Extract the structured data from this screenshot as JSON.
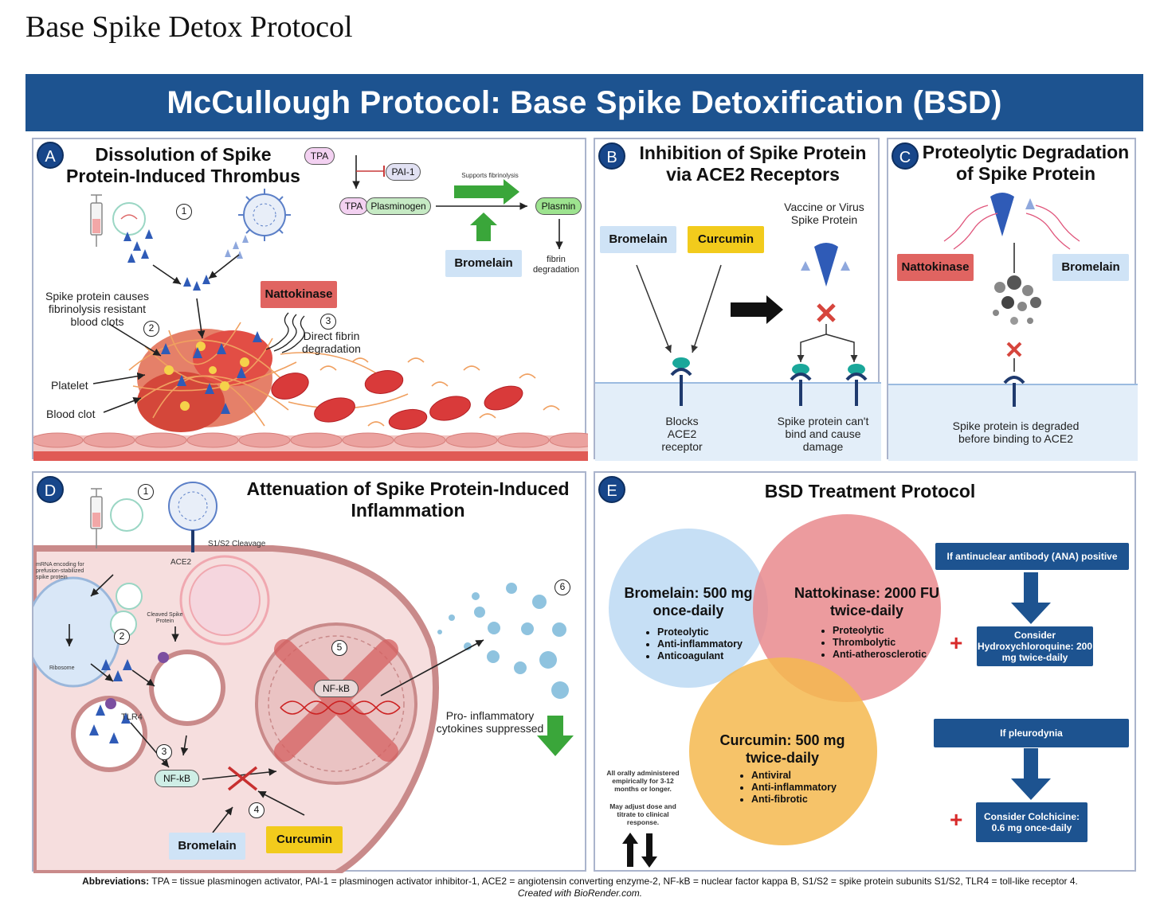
{
  "page_title": "Base Spike Detox Protocol",
  "banner_title": "McCullough Protocol: Base Spike Detoxification (BSD)",
  "panel_a": {
    "badge": "A",
    "title": "Dissolution of Spike Protein-Induced Thrombus",
    "step1": "1",
    "step2": "2",
    "step3": "3",
    "spike_clot_note": "Spike protein causes fibrinolysis resistant blood clots",
    "platelet": "Platelet",
    "blood_clot": "Blood clot",
    "nattokinase": "Nattokinase",
    "direct_fibrin": "Direct fibrin degradation",
    "tpa": "TPA",
    "pai1": "PAI-1",
    "tpa2": "TPA",
    "plasminogen": "Plasminogen",
    "supports": "Supports fibrinolysis",
    "plasmin": "Plasmin",
    "bromelain": "Bromelain",
    "fibrin_degradation": "fibrin degradation"
  },
  "panel_b": {
    "badge": "B",
    "title": "Inhibition of Spike Protein via ACE2 Receptors",
    "bromelain": "Bromelain",
    "curcumin": "Curcumin",
    "vaccine": "Vaccine or Virus Spike Protein",
    "blocks": "Blocks ACE2 receptor",
    "cant_bind": "Spike protein can't bind and cause damage"
  },
  "panel_c": {
    "badge": "C",
    "title": "Proteolytic Degradation of Spike Protein",
    "nattokinase": "Nattokinase",
    "bromelain": "Bromelain",
    "degraded": "Spike protein is degraded before binding to ACE2"
  },
  "panel_d": {
    "badge": "D",
    "title": "Attenuation of Spike Protein-Induced Inflammation",
    "step1": "1",
    "step2": "2",
    "step3": "3",
    "step4": "4",
    "step5": "5",
    "step6": "6",
    "s1s2": "S1/S2 Cleavage",
    "ace2": "ACE2",
    "mrna": "mRNA encoding for prefusion-stabilized spike protein",
    "cleaved": "Cleaved Spike Protein",
    "ribosome": "Ribosome",
    "tlr4": "TLR4",
    "nfkb1": "NF-kB",
    "nfkb2": "NF-kB",
    "cytokines": "Pro- inflammatory cytokines suppressed",
    "bromelain": "Bromelain",
    "curcumin": "Curcumin"
  },
  "panel_e": {
    "badge": "E",
    "title": "BSD Treatment Protocol",
    "bromelain_title": "Bromelain: 500 mg once-daily",
    "bromelain_items": [
      "Proteolytic",
      "Anti-inflammatory",
      "Anticoagulant"
    ],
    "nattokinase_title": "Nattokinase: 2000 FU twice-daily",
    "nattokinase_items": [
      "Proteolytic",
      "Thrombolytic",
      "Anti-atherosclerotic"
    ],
    "curcumin_title": "Curcumin: 500 mg twice-daily",
    "curcumin_items": [
      "Antiviral",
      "Anti-inflammatory",
      "Anti-fibrotic"
    ],
    "note1": "All orally administered empirically for 3-12 months or longer.",
    "note2": "May adjust dose and titrate to clinical response.",
    "ana": "If antinuclear antibody (ANA) positive",
    "hcq": "Consider Hydroxychloroquine: 200 mg twice-daily",
    "pleurodynia": "If pleurodynia",
    "colchicine": "Consider Colchicine: 0.6 mg once-daily",
    "plus1": "+",
    "plus2": "+"
  },
  "footer": {
    "abbrev_label": "Abbreviations:",
    "abbrev_text": "TPA = tissue plasminogen activator, PAI-1 = plasminogen activator inhibitor-1, ACE2 = angiotensin converting enzyme-2, NF-kB = nuclear factor kappa B, S1/S2 = spike protein subunits S1/S2, TLR4 = toll-like receptor 4.",
    "credit": "Created with BioRender.com."
  },
  "colors": {
    "banner": "#1d5390",
    "panel_border": "#aab4cc",
    "badge": "#17468a",
    "tag_blue": "#cfe3f6",
    "tag_yellow": "#f2cb1c",
    "tag_red": "#e06461",
    "venn_blue": "#bcd9f3",
    "venn_red": "#e98a8d",
    "venn_yellow": "#f5b94f",
    "arrow_green": "#3aa63a",
    "spike_blue": "#2f5bb7",
    "inhibit_red": "#d6453d"
  },
  "icons": [
    "syringe-icon",
    "virus-icon",
    "spike-protein-icon",
    "red-blood-cell-icon",
    "ace2-receptor-icon",
    "dna-icon",
    "green-arrow-icon",
    "inhibition-x-icon",
    "cytokine-dots-icon"
  ]
}
